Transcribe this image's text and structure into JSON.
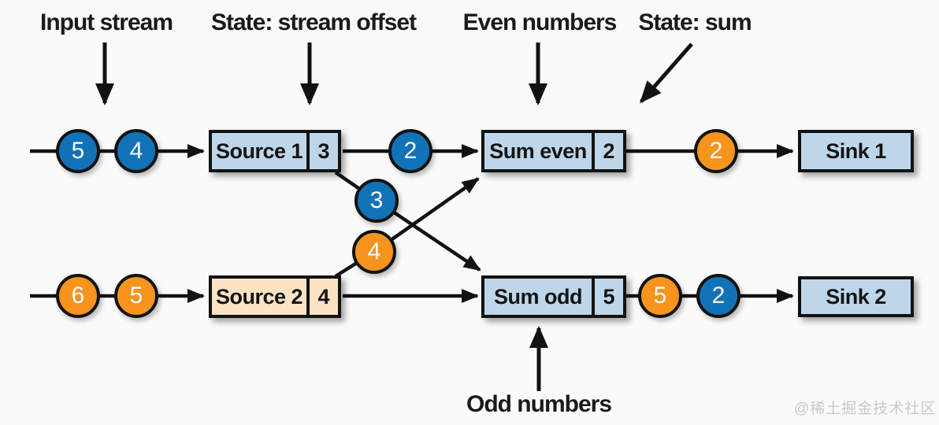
{
  "annotations": {
    "input_stream": "Input stream",
    "stream_offset": "State: stream offset",
    "even_numbers": "Even numbers",
    "state_sum": "State: sum",
    "odd_numbers": "Odd numbers"
  },
  "nodes": {
    "source1": {
      "label": "Source 1",
      "state": "3"
    },
    "sum_even": {
      "label": "Sum even",
      "state": "2"
    },
    "sink1": {
      "label": "Sink 1"
    },
    "source2": {
      "label": "Source 2",
      "state": "4"
    },
    "sum_odd": {
      "label": "Sum odd",
      "state": "5"
    },
    "sink2": {
      "label": "Sink 2"
    }
  },
  "tokens": [
    {
      "value": "5",
      "color": "blue",
      "desc": "input stream 1 element"
    },
    {
      "value": "4",
      "color": "blue",
      "desc": "input stream 1 element"
    },
    {
      "value": "2",
      "color": "blue",
      "desc": "even number from source 1 to sum even"
    },
    {
      "value": "3",
      "color": "blue",
      "desc": "odd number from source 1 to sum odd"
    },
    {
      "value": "4",
      "color": "orange",
      "desc": "even number from source 2 to sum even"
    },
    {
      "value": "2",
      "color": "orange",
      "desc": "sum even output to sink 1"
    },
    {
      "value": "6",
      "color": "orange",
      "desc": "input stream 2 element"
    },
    {
      "value": "5",
      "color": "orange",
      "desc": "input stream 2 element"
    },
    {
      "value": "5",
      "color": "orange",
      "desc": "sum odd output to sink 2"
    },
    {
      "value": "2",
      "color": "blue",
      "desc": "sum odd output to sink 2"
    }
  ],
  "watermark": "@稀土掘金技术社区",
  "colors": {
    "token_blue": "#1272b8",
    "token_orange": "#f7941e",
    "box_blue": "#bdd6e9",
    "box_peach": "#fbe3c3",
    "line": "#121212",
    "label": "#1a1a1a",
    "watermark": "#c9c9c9"
  }
}
